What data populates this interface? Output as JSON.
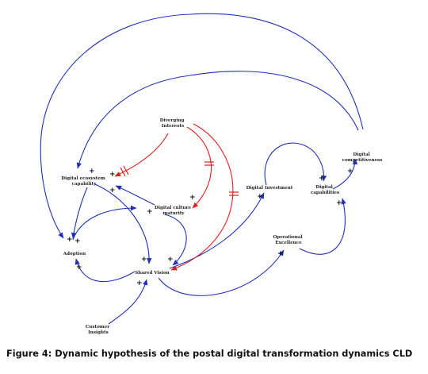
{
  "colors": {
    "positive_link": "#1f2fb8",
    "conflict_link": "#e11d1d",
    "text": "#222222"
  },
  "nodes": {
    "diverging_interests": [
      "Diverging",
      "Interests"
    ],
    "digital_competitiveness": [
      "Digital",
      "competitiveness"
    ],
    "digital_ecosystem_capability": [
      "Digital ecosystem",
      "capability"
    ],
    "digital_investment": [
      "Digital Investment"
    ],
    "digital_capabilities": [
      "Digital",
      "capabilities"
    ],
    "digital_culture_maturity": [
      "Digital culture",
      "maturity"
    ],
    "adoption": [
      "Adoption"
    ],
    "operational_excellence": [
      "Operational",
      "Excellence"
    ],
    "shared_vision": [
      "Shared Vision"
    ],
    "customer_insights": [
      "Customer",
      "Insights"
    ]
  },
  "polarity": {
    "positive": "+",
    "negative": "-"
  },
  "caption": "Figure 4: Dynamic hypothesis of the postal digital transformation dynamics CLD"
}
